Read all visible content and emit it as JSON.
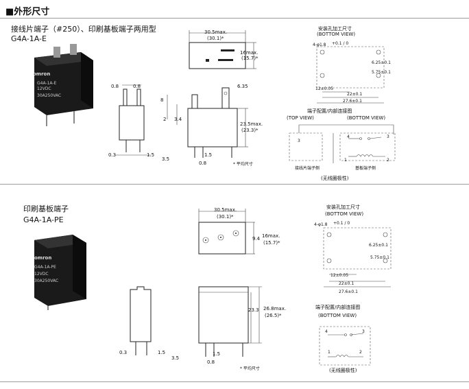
{
  "header": {
    "title": "■外形尺寸"
  },
  "section1": {
    "line1": "接线片端子（#250）、印刷基板端子两用型",
    "model": "G4A-1A-E",
    "photo_brand": "omron",
    "photo_model": "G4A-1A-E",
    "photo_voltage": "12VDC",
    "photo_rating": "30A250VAC",
    "top_view": {
      "w1": "30.5max.",
      "w2": "(30.1)*",
      "h1": "16max.",
      "h2": "(15.7)*"
    },
    "side": {
      "a": "0.8",
      "b": "0.8",
      "c": "0.3",
      "d": "1.5"
    },
    "front": {
      "a": "6.35",
      "b": "8",
      "c": "2",
      "d": "3.4",
      "e": "23.5max.",
      "f": "(23.3)*",
      "g": "3.5",
      "h": "1.5",
      "i": "0.8",
      "note": "* 平均尺寸"
    },
    "holes": {
      "title": "安装孔加工尺寸",
      "subtitle": "(BOTTOM VIEW)",
      "dia": "4-φ1.8",
      "tol": "+0.1 / 0",
      "h1": "6.25±0.1",
      "h2": "5.75±0.1",
      "w1": "12±0.05",
      "w2": "22±0.1",
      "w3": "27.6±0.1"
    },
    "conn": {
      "title": "端子配置/内部连接图",
      "top": "(TOP VIEW)",
      "bottom": "(BOTTOM VIEW)",
      "pin3": "3",
      "pin4": "4",
      "pin3b": "3",
      "pin1": "1",
      "pin2": "2",
      "lab1": "接线片端子侧",
      "lab2": "基板端子侧",
      "nopol": "(无线圈极性)"
    }
  },
  "section2": {
    "line1": "印刷基板端子",
    "model": "G4A-1A-PE",
    "photo_brand": "omron",
    "photo_model": "G4A-1A-PE",
    "photo_voltage": "12VDC",
    "photo_rating": "30A250VAC",
    "top_view": {
      "w1": "30.5max.",
      "w2": "(30.1)*",
      "h0": "9.4",
      "h1": "16max.",
      "h2": "(15.7)*"
    },
    "side": {
      "c": "0.3",
      "d": "1.5"
    },
    "front": {
      "e": "26.8max.",
      "f": "(26.5)*",
      "m": "23.3",
      "g": "3.5",
      "h": "1.5",
      "i": "0.8",
      "note": "* 平均尺寸"
    },
    "holes": {
      "title": "安装孔加工尺寸",
      "subtitle": "(BOTTOM VIEW)",
      "dia": "4-φ1.8",
      "tol": "+0.1 / 0",
      "h1": "6.25±0.1",
      "h2": "5.75±0.1",
      "w1": "12±0.05",
      "w2": "22±0.1",
      "w3": "27.6±0.1"
    },
    "conn": {
      "title": "端子配置/内部连接图",
      "bottom": "(BOTTOM VIEW)",
      "pin4": "4",
      "pin3": "3",
      "pin1": "1",
      "pin2": "2",
      "nopol": "(无线圈极性)"
    }
  }
}
